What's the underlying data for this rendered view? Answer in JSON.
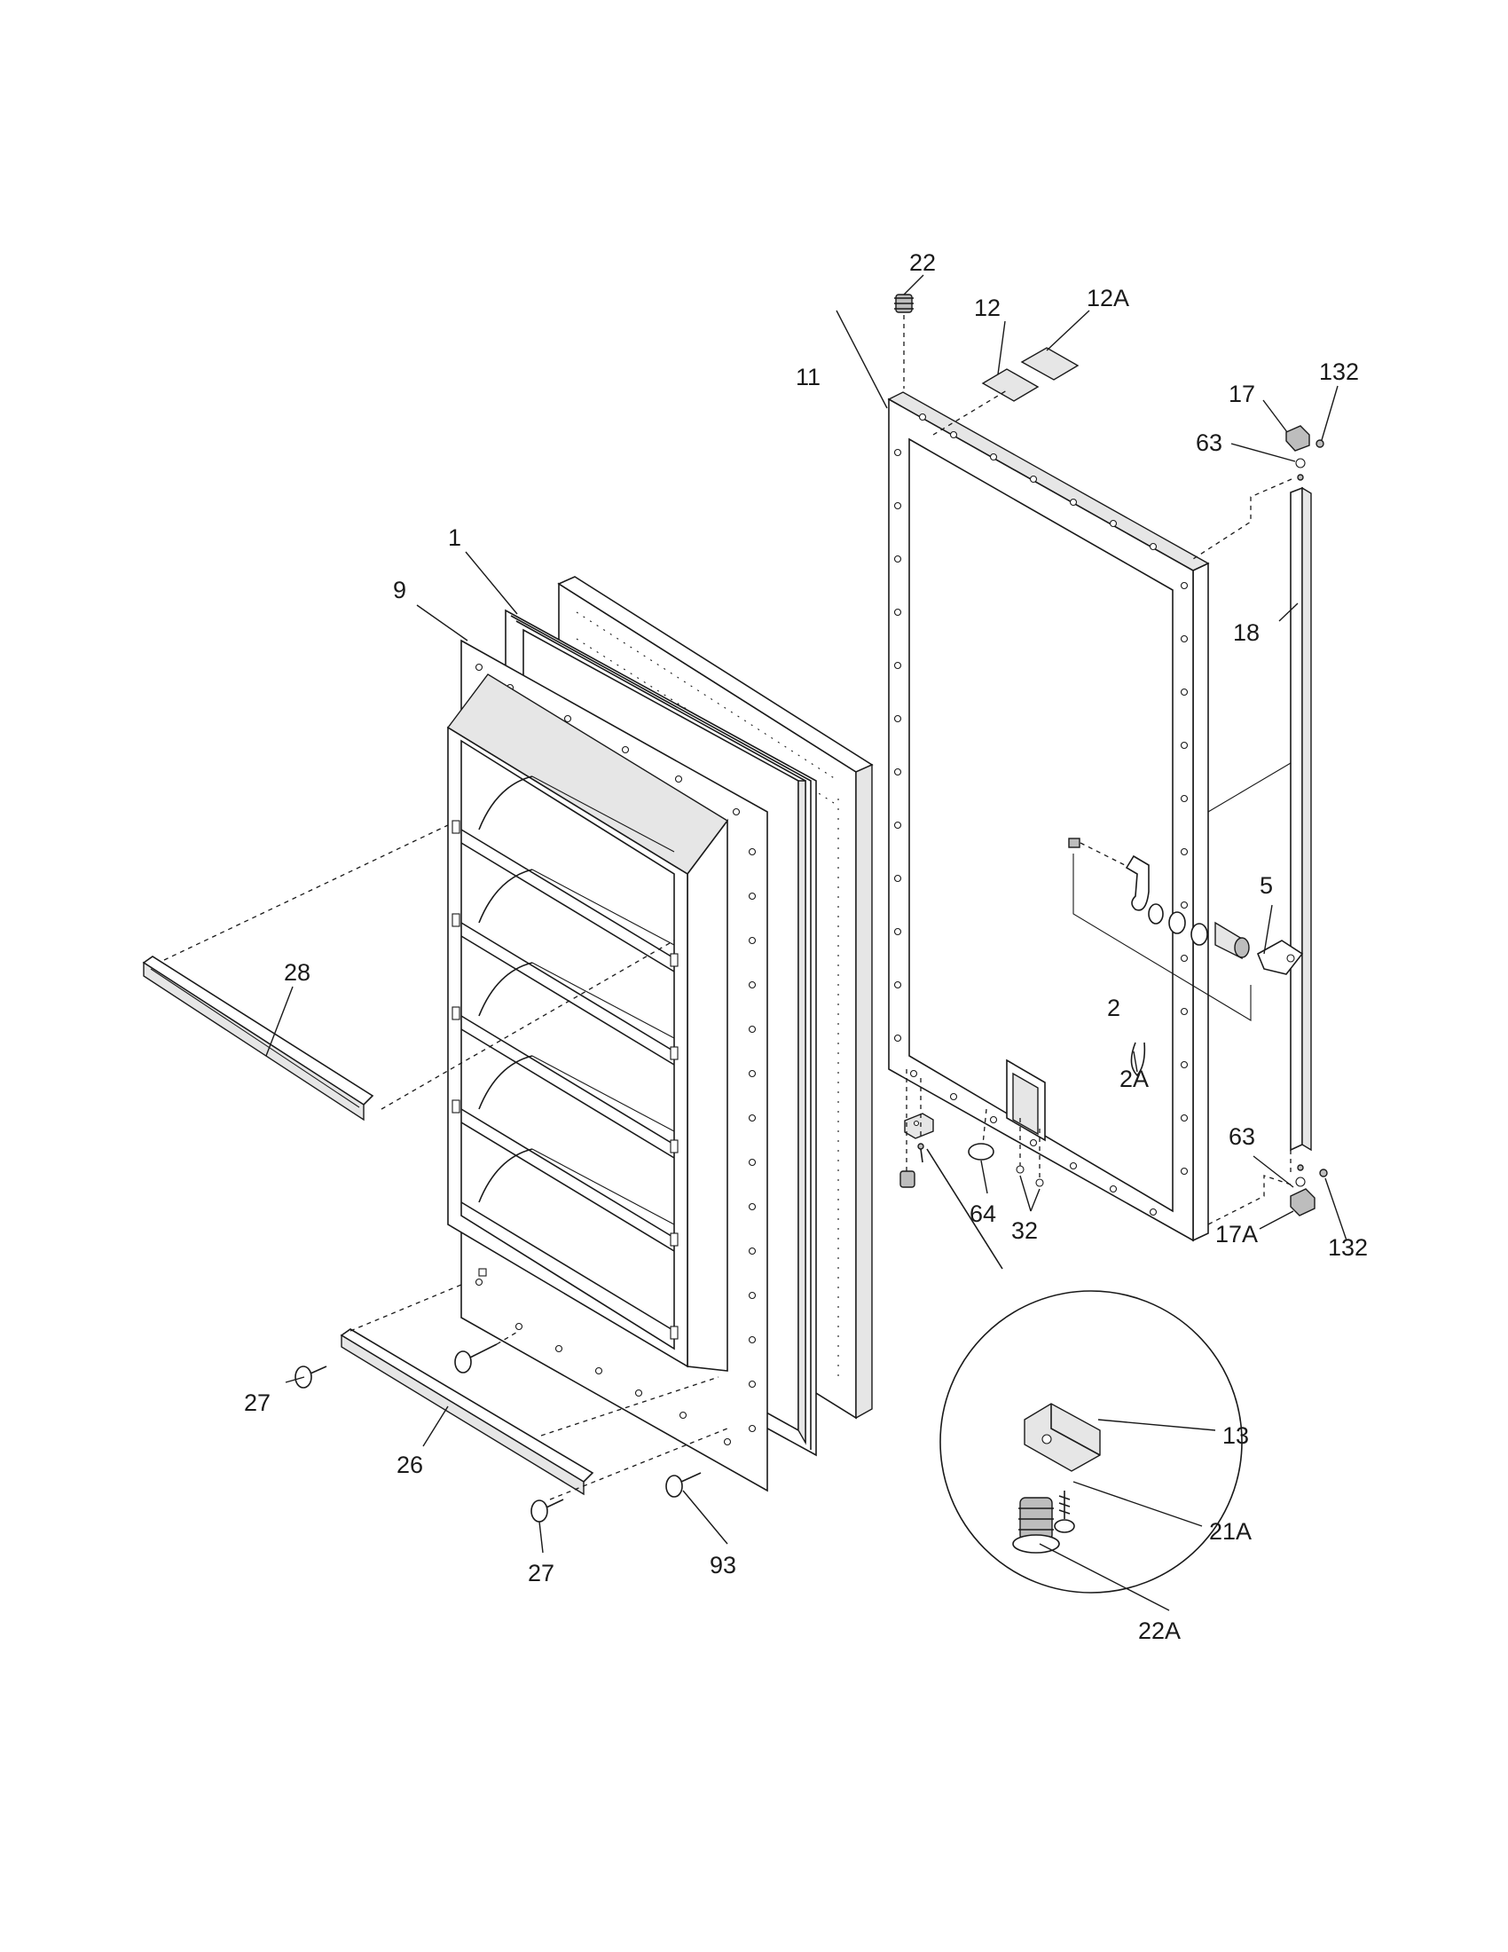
{
  "callouts": [
    {
      "id": "1",
      "text": "1"
    },
    {
      "id": "2",
      "text": "2"
    },
    {
      "id": "2A",
      "text": "2A"
    },
    {
      "id": "5",
      "text": "5"
    },
    {
      "id": "9",
      "text": "9"
    },
    {
      "id": "11",
      "text": "11"
    },
    {
      "id": "12",
      "text": "12"
    },
    {
      "id": "12A",
      "text": "12A"
    },
    {
      "id": "13",
      "text": "13"
    },
    {
      "id": "17",
      "text": "17"
    },
    {
      "id": "17A",
      "text": "17A"
    },
    {
      "id": "18",
      "text": "18"
    },
    {
      "id": "21A",
      "text": "21A"
    },
    {
      "id": "22",
      "text": "22"
    },
    {
      "id": "22A",
      "text": "22A"
    },
    {
      "id": "26",
      "text": "26"
    },
    {
      "id": "27a",
      "text": "27"
    },
    {
      "id": "27b",
      "text": "27"
    },
    {
      "id": "28",
      "text": "28"
    },
    {
      "id": "32",
      "text": "32"
    },
    {
      "id": "63a",
      "text": "63"
    },
    {
      "id": "63b",
      "text": "63"
    },
    {
      "id": "64",
      "text": "64"
    },
    {
      "id": "93",
      "text": "93"
    },
    {
      "id": "132a",
      "text": "132"
    },
    {
      "id": "132b",
      "text": "132"
    }
  ]
}
